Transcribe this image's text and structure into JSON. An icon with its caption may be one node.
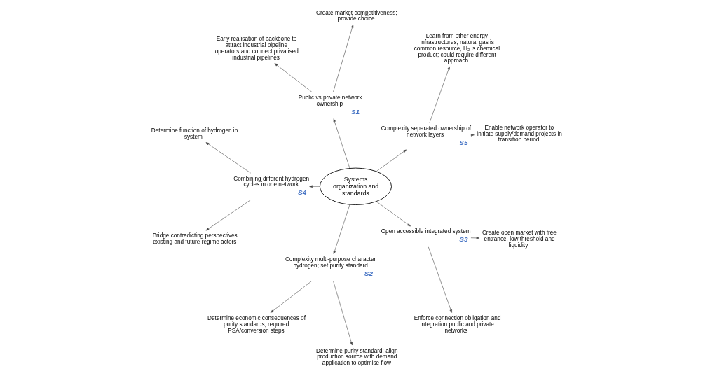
{
  "diagram": {
    "nodes": [
      {
        "text": [
          "Systems organization and standards"
        ]
      },
      {
        "text": [
          "Complexity separated ownership of network layers"
        ],
        "beside": [
          "S5"
        ]
      },
      {
        "text": [
          "Enable network operator to initiate supply/demand projects in transition period"
        ]
      },
      {
        "text": [
          "Learn from other energy infrastructures, natural gas is common resource, H₂ is chemical product; could require different approach"
        ]
      },
      {
        "text": [
          "Public vs private network ownership"
        ],
        "beside": [
          "S1"
        ]
      },
      {
        "text": [
          "Create market competitiveness; provide choice"
        ]
      },
      {
        "text": [
          "Early realisation of backbone to attract industrial pipeline operators and connect privatised industrial pipelines"
        ]
      },
      {
        "text": [
          "Combining different hydrogen cycles in one network"
        ],
        "beside": [
          "S4"
        ]
      },
      {
        "text": [
          "Determine function of hydrogen in system"
        ]
      },
      {
        "text": [
          "Bridge contradicting perspectives existing and future regime actors"
        ]
      },
      {
        "text": [
          "Complexity multi-purpose character hydrogen; set purity standard"
        ],
        "beside": [
          "S2"
        ]
      },
      {
        "text": [
          "Determine economic consequences of purity standards; required PSA/conversion steps"
        ]
      },
      {
        "text": [
          "Determine purity standard; align production source with demand application to optimise flow"
        ]
      },
      {
        "text": [
          "Open accessible integrated system"
        ],
        "beside": [
          "S3"
        ]
      },
      {
        "text": [
          "Enforce connection obligation and integration public and private networks"
        ]
      },
      {
        "text": [
          "Create open market with free entrance, low threshold and liquidity"
        ]
      }
    ],
    "edges": [
      {
        "from": 0,
        "to": 1,
        "arrow": "to"
      },
      {
        "from": 1,
        "to": 2,
        "arrow": "to"
      },
      {
        "from": 1,
        "to": 3,
        "arrow": "to"
      },
      {
        "from": 0,
        "to": 4,
        "arrow": "to"
      },
      {
        "from": 4,
        "to": 5,
        "arrow": "to"
      },
      {
        "from": 4,
        "to": 6,
        "arrow": "to"
      },
      {
        "from": 0,
        "to": 7,
        "arrow": "to"
      },
      {
        "from": 7,
        "to": 8,
        "arrow": "to"
      },
      {
        "from": 7,
        "to": 9,
        "arrow": "to"
      },
      {
        "from": 0,
        "to": 10,
        "arrow": "to"
      },
      {
        "from": 10,
        "to": 11,
        "arrow": "to"
      },
      {
        "from": 10,
        "to": 12,
        "arrow": "to"
      },
      {
        "from": 0,
        "to": 13,
        "arrow": "to"
      },
      {
        "from": 13,
        "to": 14,
        "arrow": "to"
      },
      {
        "from": 13,
        "to": 15,
        "arrow": "to"
      }
    ]
  }
}
